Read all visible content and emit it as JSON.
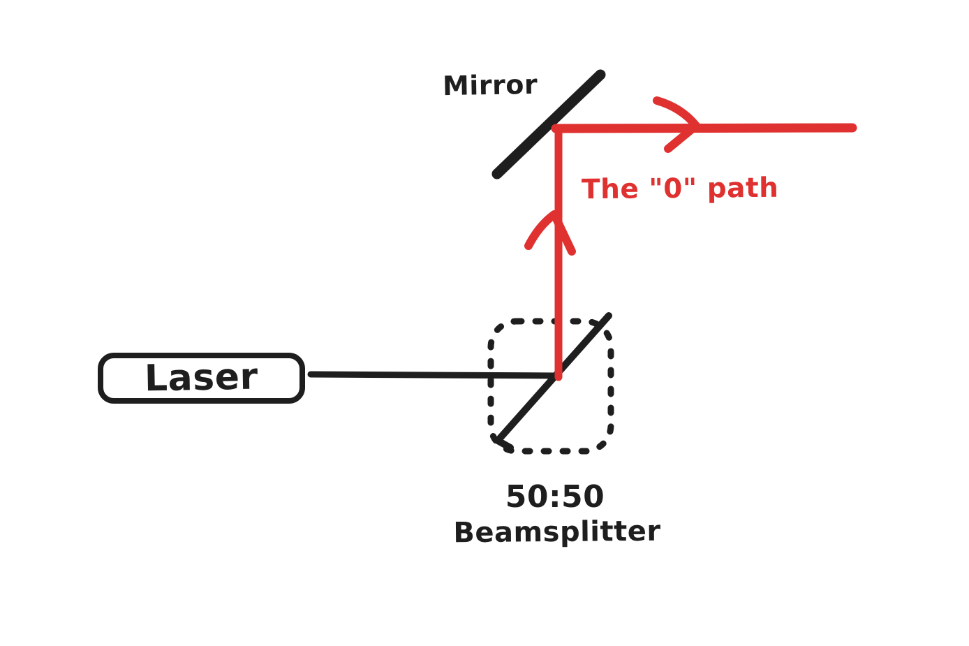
{
  "diagram": {
    "labels": {
      "mirror": "Mirror",
      "zero_path": "The \"0\" path",
      "laser": "Laser",
      "ratio": "50:50",
      "beamsplitter": "Beamsplitter"
    },
    "colors": {
      "ink": "#1e1e1e",
      "beam_red": "#e03131",
      "background": "#ffffff"
    },
    "icons": {
      "arrow_right": "arrow-right-icon",
      "arrow_up": "arrow-up-icon"
    }
  }
}
